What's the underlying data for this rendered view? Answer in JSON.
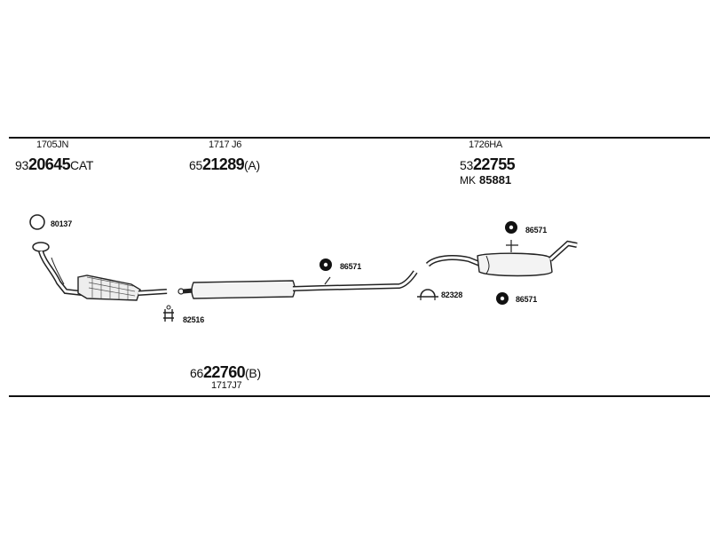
{
  "header_group_1": {
    "code": "1705JN",
    "number_prefix": "93",
    "number_main": "20645",
    "number_suffix": "CAT"
  },
  "header_group_2": {
    "code": "1717 J6",
    "number_prefix": "65",
    "number_main": "21289",
    "number_suffix": "(A)"
  },
  "header_group_3": {
    "code": "1726HA",
    "number_prefix": "53",
    "number_main": "22755",
    "mk_label": "MK",
    "mk_number": "85881"
  },
  "footer_group": {
    "number_prefix": "66",
    "number_main": "22760",
    "number_suffix": "(B)",
    "code": "1717J7"
  },
  "callouts": {
    "ring_gasket": "80137",
    "clamp_front": "82516",
    "hanger_middle": "86571",
    "clamp_rear": "82328",
    "hanger_rear_top": "86571",
    "hanger_rear_bottom": "86571"
  }
}
